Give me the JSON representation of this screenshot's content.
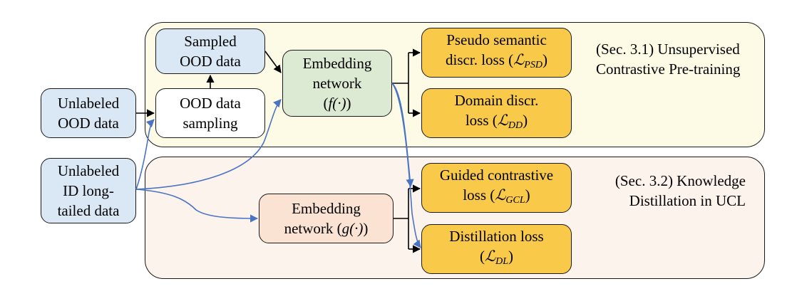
{
  "panels": {
    "top": {
      "title_line1": "(Sec. 3.1) Unsupervised",
      "title_line2": "Contrastive Pre-training"
    },
    "bottom": {
      "title_line1": "(Sec. 3.2) Knowledge",
      "title_line2": "Distillation in UCL"
    }
  },
  "inputs": {
    "ood": {
      "line1": "Unlabeled",
      "line2": "OOD data"
    },
    "id": {
      "line1": "Unlabeled",
      "line2": "ID long-",
      "line3": "tailed data"
    }
  },
  "sampled": {
    "line1": "Sampled",
    "line2": "OOD data"
  },
  "sampling": {
    "line1": "OOD data",
    "line2": "sampling"
  },
  "embed_f": {
    "line1": "Embedding",
    "line2": "network",
    "math": "f(·)"
  },
  "embed_g": {
    "line1": "Embedding",
    "line2": "network",
    "math": "g(·)"
  },
  "losses": {
    "psd": {
      "line1": "Pseudo semantic",
      "line2": "discr. loss",
      "sub": "PSD"
    },
    "dd": {
      "line1": "Domain discr.",
      "line2": "loss",
      "sub": "DD"
    },
    "gcl": {
      "line1": "Guided contrastive",
      "line2": "loss",
      "sub": "GCL"
    },
    "dl": {
      "line1": "Distillation loss",
      "sub": "DL"
    }
  },
  "colors": {
    "top_panel": "#fdfbe6",
    "bottom_panel": "#fcf3ec",
    "input_blue": "#dae8f6",
    "embed_green": "#dcead4",
    "embed_peach": "#fbe3d3",
    "loss_gold": "#f9c94a",
    "arrow_blue": "#4a73c4",
    "arrow_black": "#000000"
  }
}
